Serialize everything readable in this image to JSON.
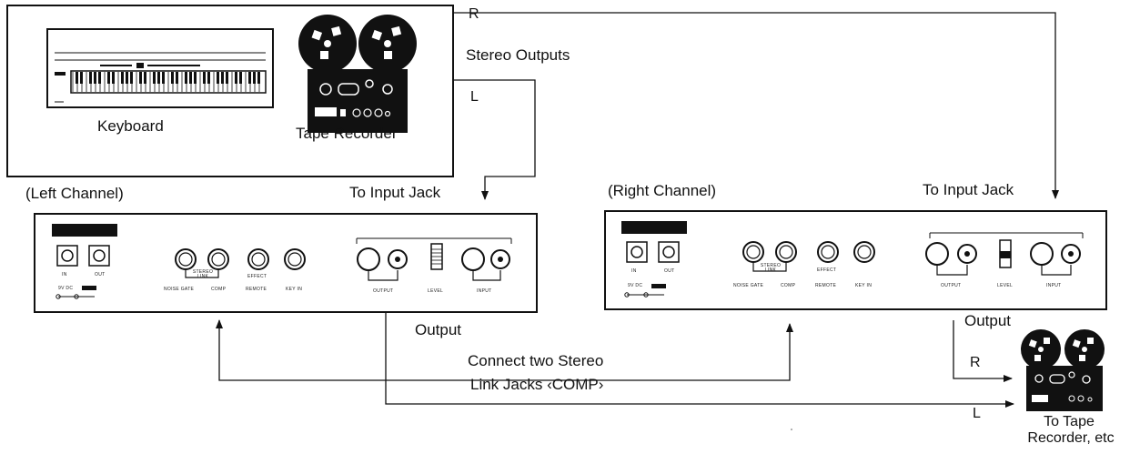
{
  "labels": {
    "channel_r": "R",
    "stereo_outputs": "Stereo Outputs",
    "channel_l": "L",
    "keyboard": "Keyboard",
    "tape_recorder": "Tape Recorder",
    "left_channel": "(Left Channel)",
    "to_input_jack_left": "To Input Jack",
    "right_channel": "(Right Channel)",
    "to_input_jack_right": "To Input Jack",
    "output_left": "Output",
    "output_right": "Output",
    "connect_line1": "Connect two Stereo",
    "connect_line2": "Link Jacks ‹COMP›",
    "out_r": "R",
    "out_l": "L",
    "to_tape_line1": "To Tape",
    "to_tape_line2": "Recorder, etc"
  },
  "unit_left": {
    "in_label": "IN",
    "out_label": "OUT",
    "dc_label": "9V DC",
    "stereo_link": "STEREO LINK",
    "noise_gate": "NOISE GATE",
    "comp": "COMP",
    "effect": "EFFECT",
    "remote": "REMOTE",
    "key_in": "KEY IN",
    "output": "OUTPUT",
    "level": "LEVEL",
    "input": "INPUT"
  },
  "unit_right": {
    "in_label": "IN",
    "out_label": "OUT",
    "dc_label": "9V DC",
    "stereo_link": "STEREO LINK",
    "noise_gate": "NOISE GATE",
    "comp": "COMP",
    "effect": "EFFECT",
    "remote": "REMOTE",
    "key_in": "KEY IN",
    "output": "OUTPUT",
    "level": "LEVEL",
    "input": "INPUT"
  },
  "icons": [
    "keyboard-icon",
    "tape-recorder-icon",
    "tape-recorder-output-icon"
  ],
  "colors": {
    "ink": "#111111",
    "paper": "#ffffff"
  }
}
